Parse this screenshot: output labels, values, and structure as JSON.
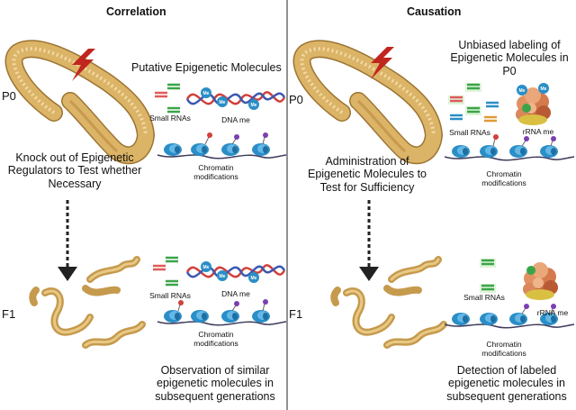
{
  "left_panel": {
    "title": "Correlation",
    "p0_heading": "Putative Epigenetic Molecules",
    "generation_p0": "P0",
    "generation_f1": "F1",
    "p0_caption": "Knock out of Epigenetic Regulators to Test whether Necessary",
    "label_small_rnas": "Small RNAs",
    "label_dna_me": "DNA me",
    "label_chromatin": "Chromatin modifications",
    "f1_label_small_rnas": "Small RNAs",
    "f1_label_dna_me": "DNA me",
    "f1_label_chromatin": "Chromatin modifications",
    "f1_caption": "Observation of similar epigenetic molecules in subsequent generations"
  },
  "right_panel": {
    "title": "Causation",
    "p0_heading": "Unbiased labeling of Epigenetic Molecules in P0",
    "generation_p0": "P0",
    "generation_f1": "F1",
    "p0_caption": "Administration of Epigenetic Molecules to Test for Sufficiency",
    "label_small_rnas": "Small RNAs",
    "label_rrna_me": "rRNA me",
    "label_chromatin": "Chromatin modifications",
    "f1_label_small_rnas": "Small RNAs",
    "f1_label_rrna_me": "rRNA me",
    "f1_label_chromatin": "Chromatin modifications",
    "f1_caption": "Detection of labeled epigenetic molecules in subsequent generations"
  },
  "methyl_tag": "Me",
  "colors": {
    "worm_fill": "#dcb467",
    "worm_stroke": "#9c7431",
    "lightning": "#c0261f",
    "nucleosome": "#2a8ec7",
    "rna_red": "#e05a5a",
    "rna_green": "#3aa548",
    "ribosome": "#d07a50",
    "glow": "#b6e7ab",
    "divider": "#222222"
  }
}
